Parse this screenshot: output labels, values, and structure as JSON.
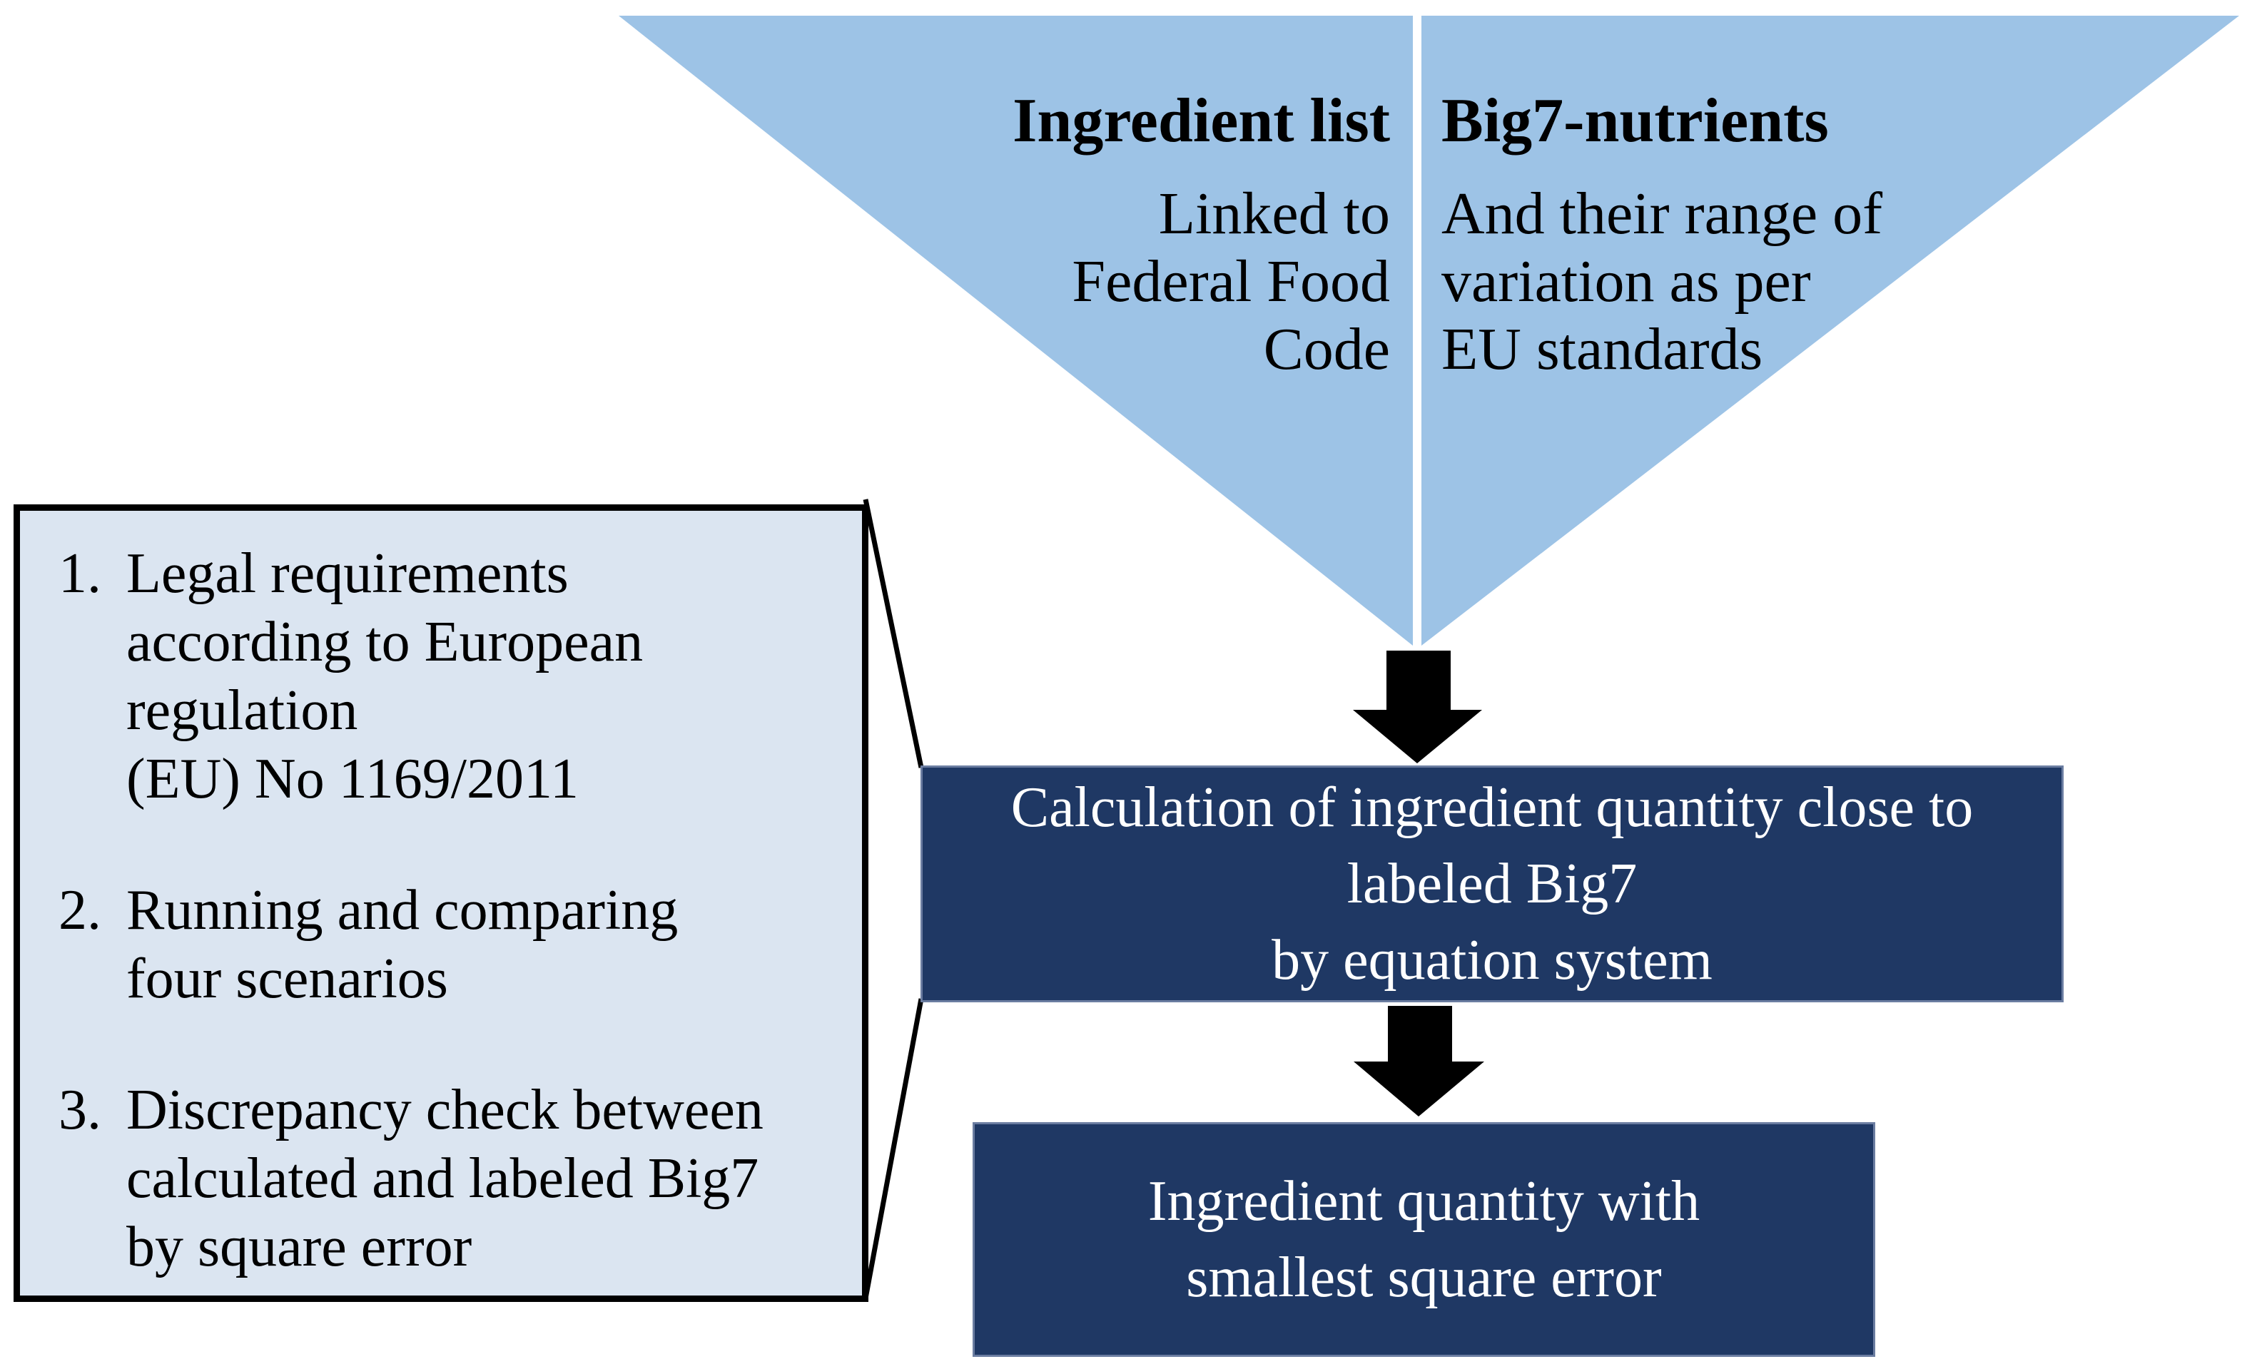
{
  "funnel": {
    "left": {
      "title": "Ingredient list",
      "subtitle": "Linked to\nFederal Food\nCode"
    },
    "right": {
      "title": "Big7-nutrients",
      "subtitle": "And their range of\nvariation as per\nEU standards"
    }
  },
  "note_box": {
    "items": [
      {
        "number": "1.",
        "text": "Legal requirements\naccording to European\nregulation\n(EU) No 1169/2011"
      },
      {
        "number": "2.",
        "text": "Running and comparing\nfour scenarios"
      },
      {
        "number": "3.",
        "text": "Discrepancy check between\ncalculated and labeled Big7\nby square error"
      }
    ]
  },
  "process": {
    "step1": "Calculation of ingredient quantity close to\nlabeled Big7\nby equation system",
    "step2": "Ingredient quantity with\nsmallest square error"
  },
  "colors": {
    "funnel_blue": "#9DC3E6",
    "note_fill": "#DBE5F1",
    "navy": "#1F3864",
    "arrow_black": "#000000"
  }
}
